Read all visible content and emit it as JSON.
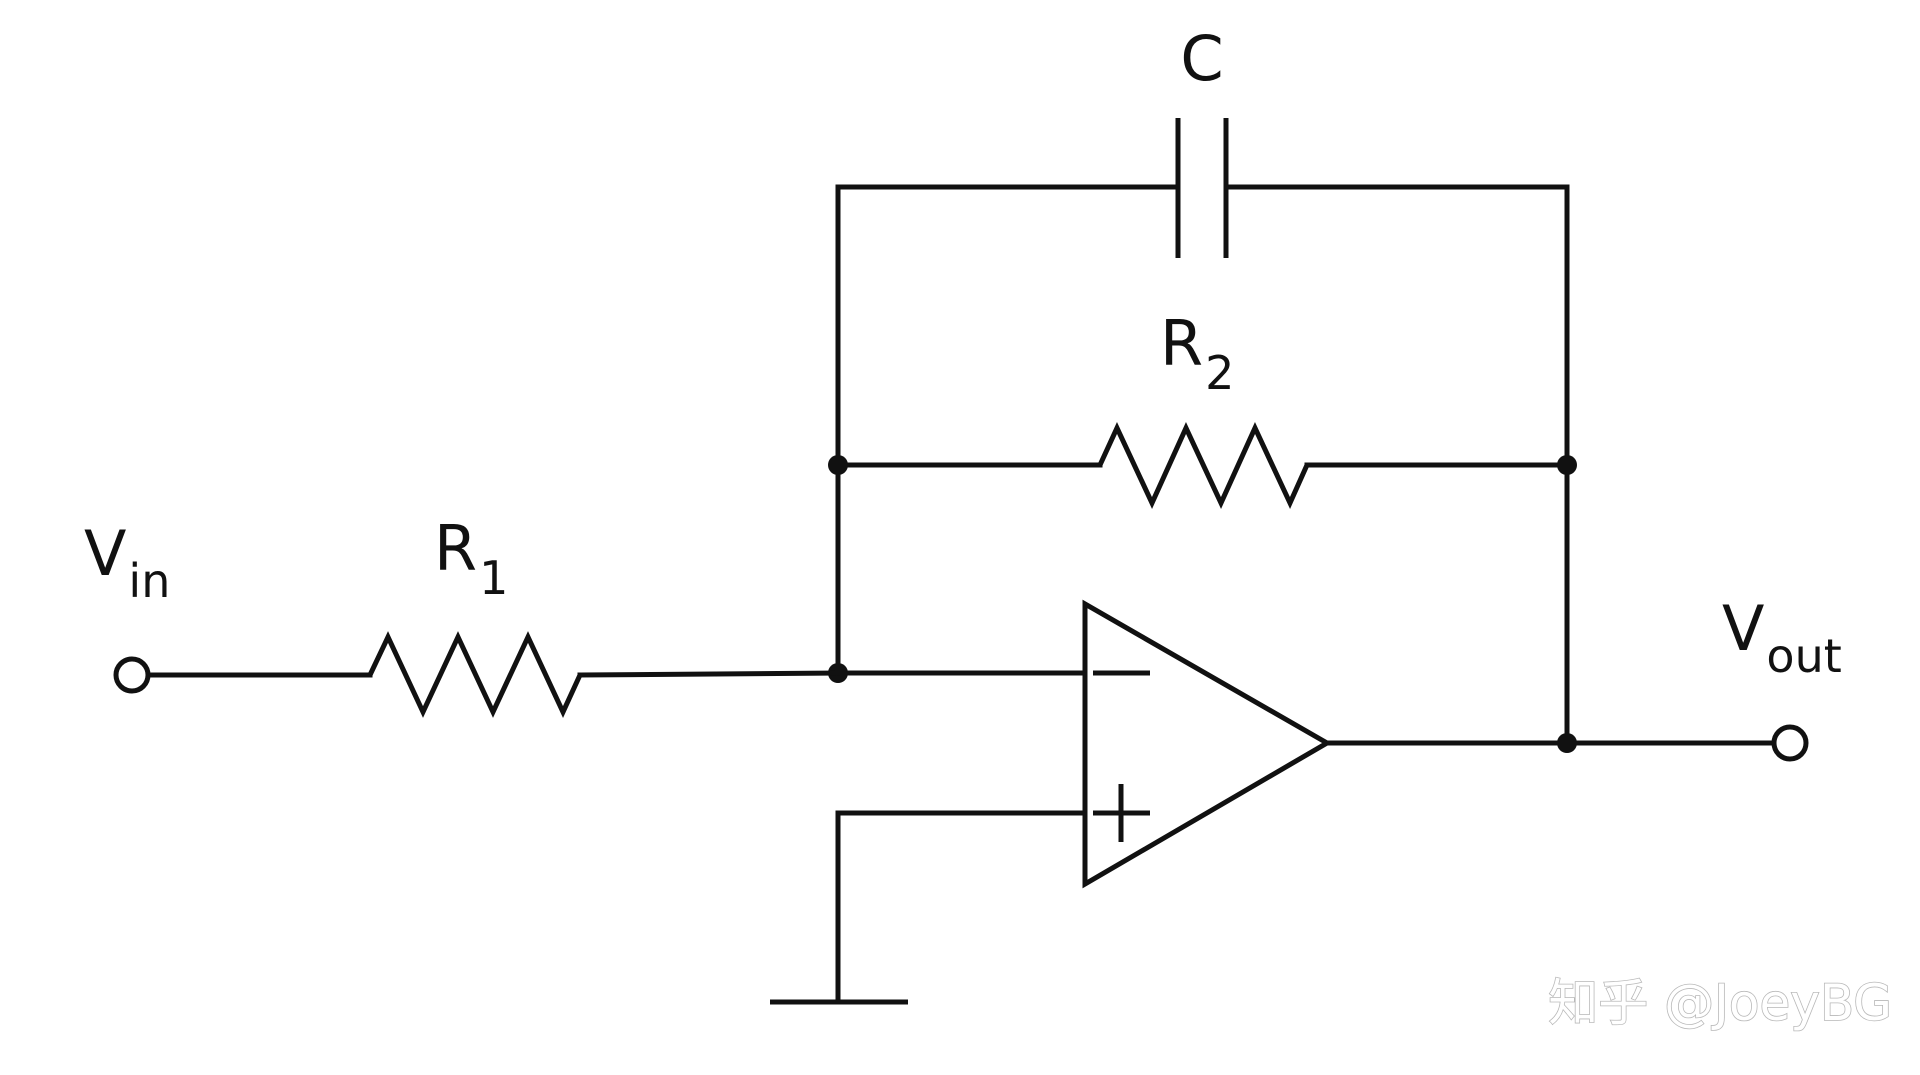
{
  "diagram": {
    "capacitor_label": "C",
    "resistor_feedback": {
      "main": "R",
      "sub": "2"
    },
    "resistor_input": {
      "main": "R",
      "sub": "1"
    },
    "input_terminal": {
      "main": "V",
      "sub": "in"
    },
    "output_terminal": {
      "main": "V",
      "sub": "out"
    },
    "opamp_inverting_sign": "−",
    "opamp_noninverting_sign": "+",
    "watermark": "知乎 @JoeyBG"
  },
  "colors": {
    "line": "#111111",
    "background": "#ffffff",
    "watermark": "#b8b8b8"
  }
}
